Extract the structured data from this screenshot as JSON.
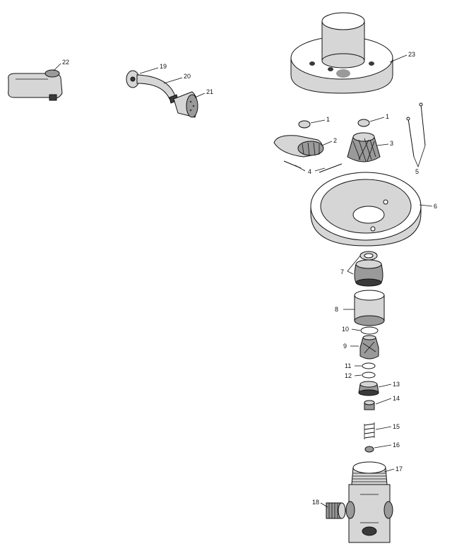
{
  "callouts": {
    "p1a": "1",
    "p1b": "1",
    "p2": "2",
    "p3": "3",
    "p4": "4",
    "p5": "5",
    "p6": "6",
    "p7": "7",
    "p8": "8",
    "p9": "9",
    "p10": "10",
    "p11": "11",
    "p12": "12",
    "p13": "13",
    "p14": "14",
    "p15": "15",
    "p16": "16",
    "p17": "17",
    "p18": "18",
    "p19": "19",
    "p20": "20",
    "p21": "21",
    "p22": "22",
    "p23": "23"
  }
}
